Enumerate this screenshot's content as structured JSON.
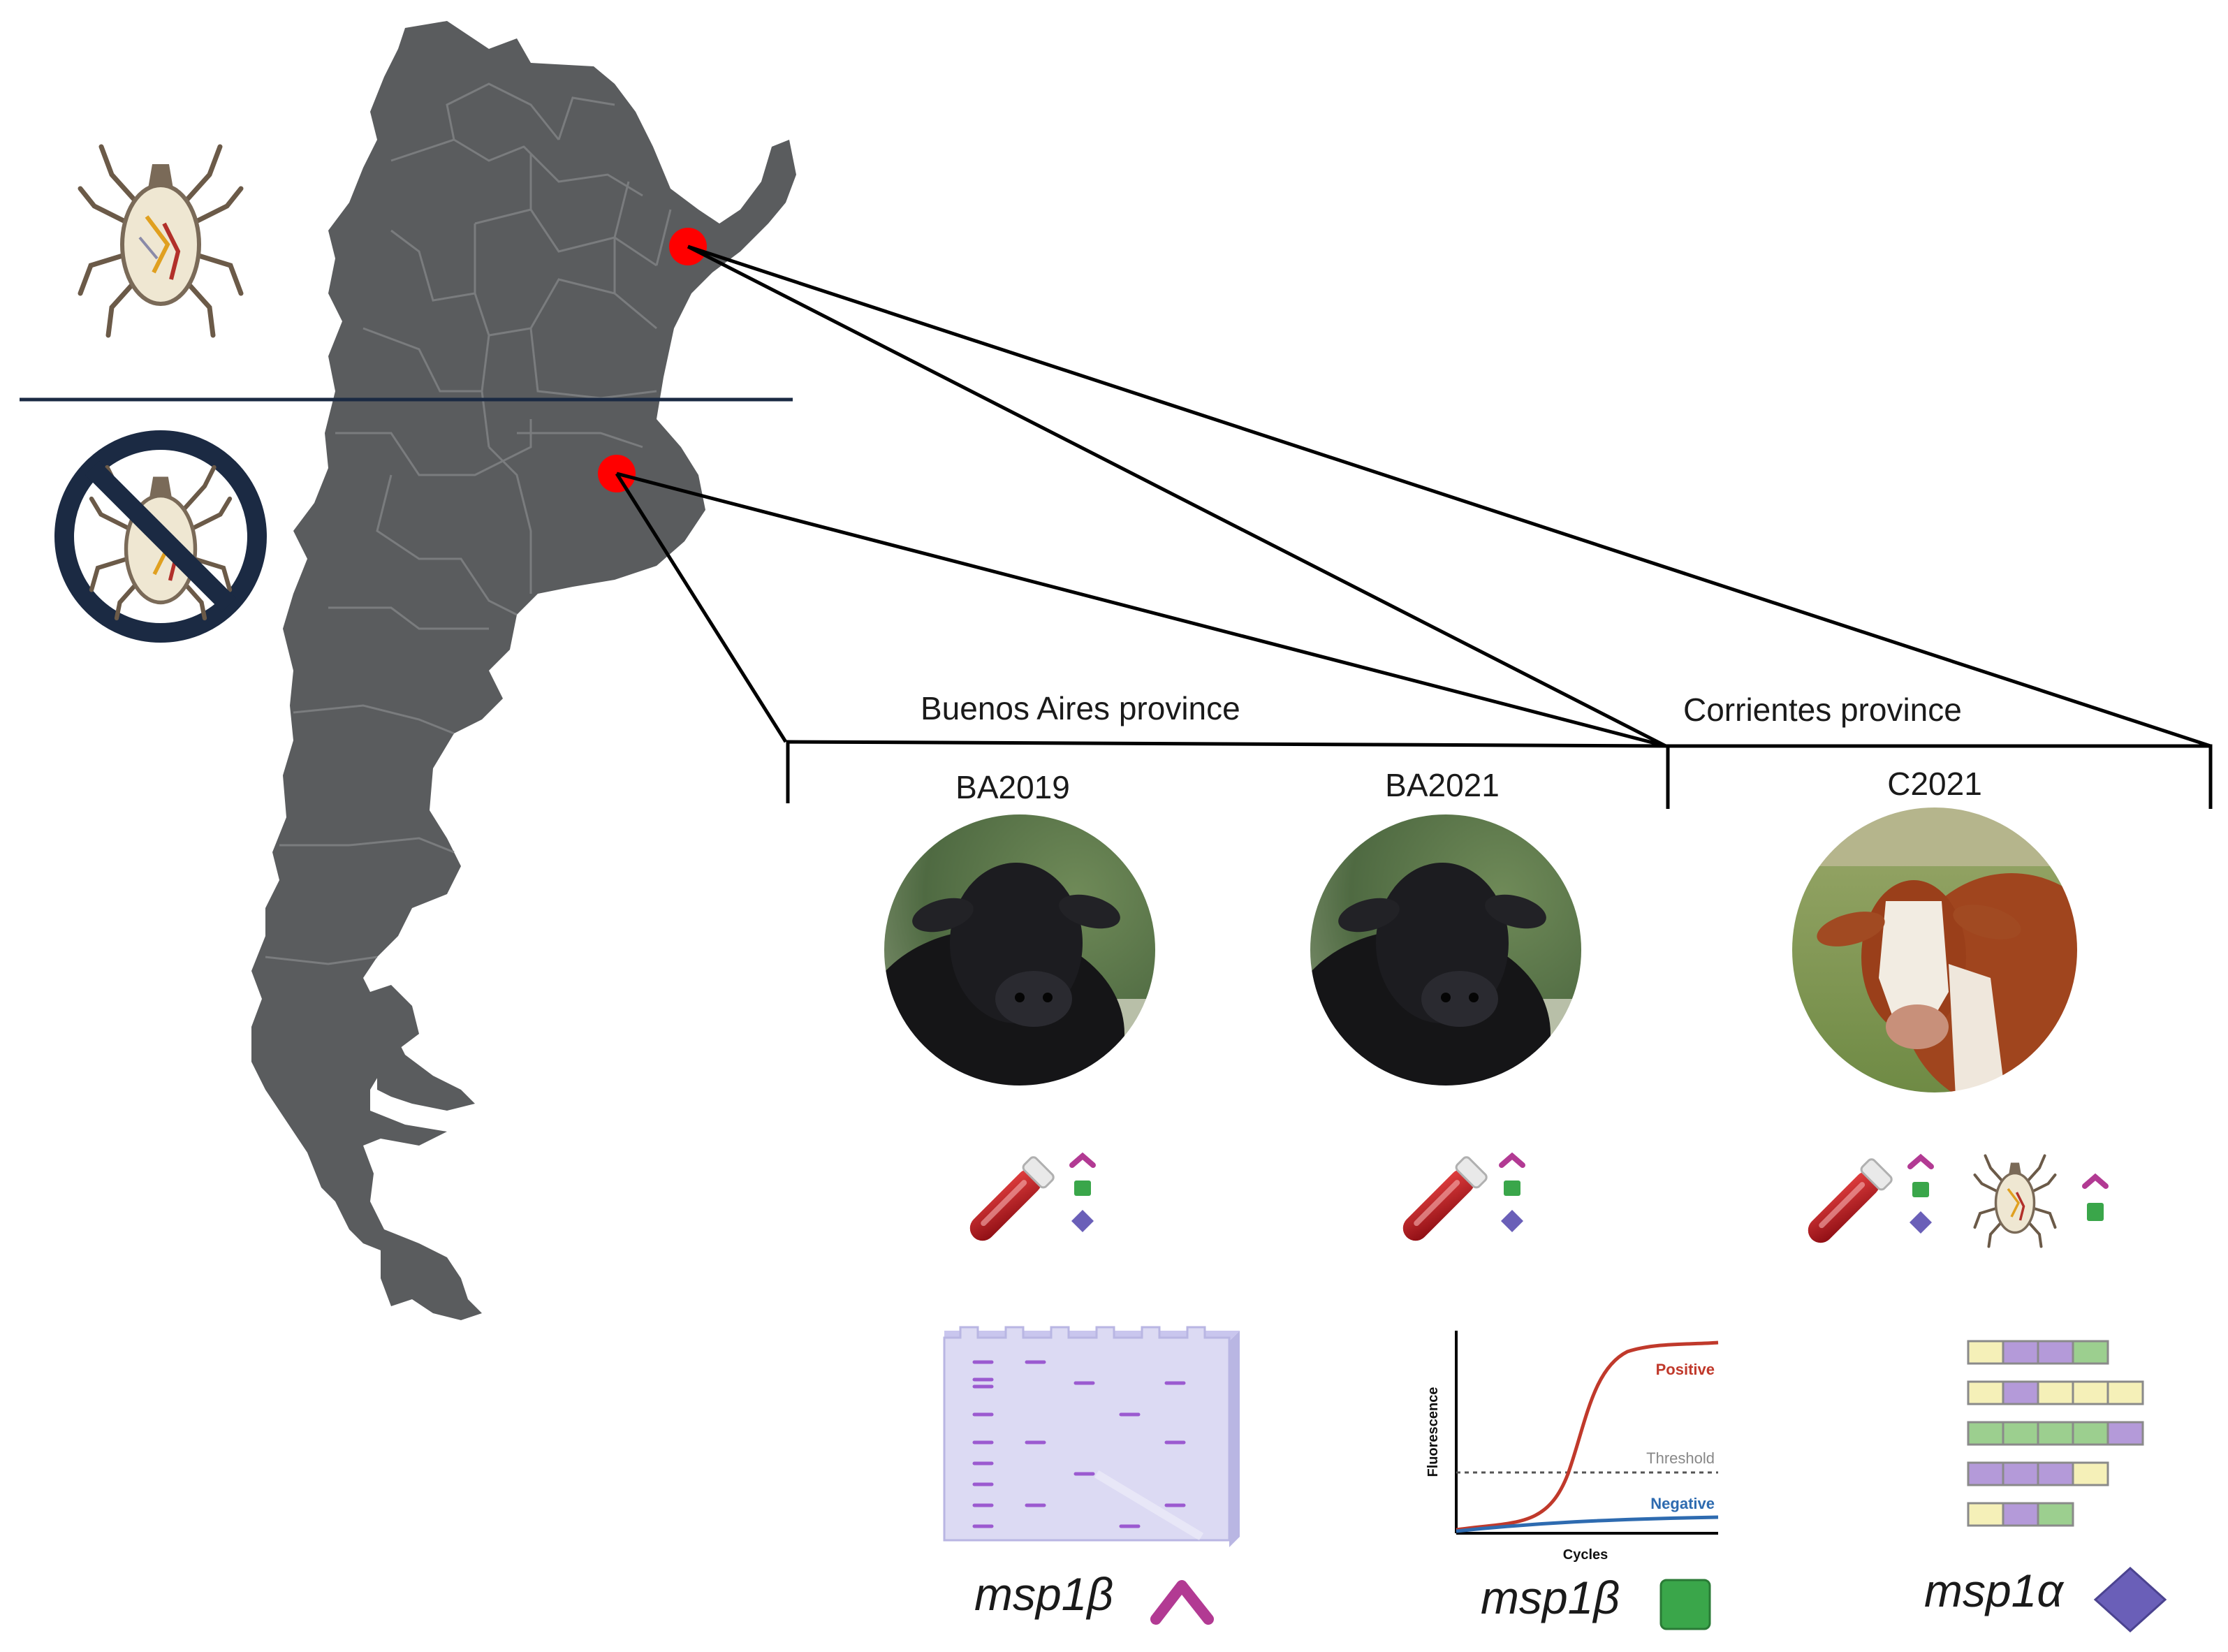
{
  "regions": {
    "left_label": "Buenos Aires province",
    "right_label": "Corrientes province"
  },
  "groups": [
    {
      "id": "BA2019",
      "label": "BA2019",
      "animal": "black bull"
    },
    {
      "id": "BA2021",
      "label": "BA2021",
      "animal": "black bull"
    },
    {
      "id": "C2021",
      "label": "C2021",
      "animal": "hereford cow"
    }
  ],
  "qpcr": {
    "positive": "Positive",
    "threshold": "Threshold",
    "negative": "Negative",
    "xlabel": "Cycles",
    "ylabel": "Fluorescence"
  },
  "methods": [
    {
      "gene": "msp1β",
      "marker": "chevron-icon",
      "color": "#b23a93"
    },
    {
      "gene": "msp1β",
      "marker": "square-icon",
      "color": "#3aa64a"
    },
    {
      "gene": "msp1α",
      "marker": "diamond-icon",
      "color": "#6a5fb8"
    }
  ],
  "colors": {
    "map": "#5a5c5e",
    "site_dot": "#ff0000",
    "no_tick_circle": "#1b2a43",
    "blood_tube": "#c0161d",
    "chevron": "#b23a93",
    "square": "#3aa64a",
    "diamond": "#6a5fb8",
    "gel": "#dcdaf3",
    "gel_band": "#9b5ad0",
    "curve_positive": "#c0392b",
    "curve_negative": "#2e6bb0",
    "repeat_yellow": "#f5f0b8",
    "repeat_purple": "#b49ad9",
    "repeat_green": "#9ccf8f"
  }
}
